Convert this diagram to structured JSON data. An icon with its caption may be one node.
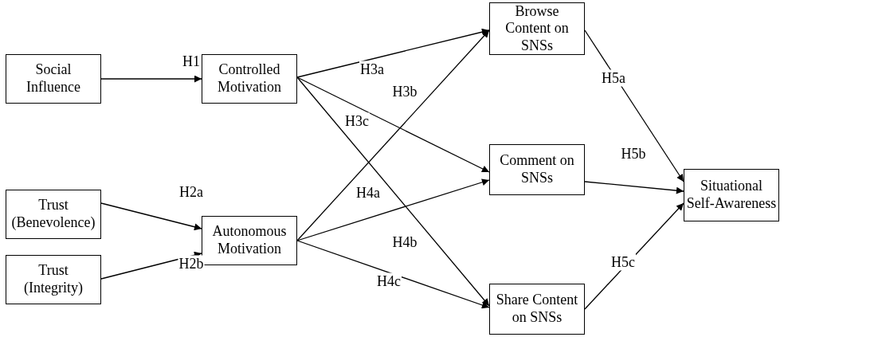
{
  "diagram": {
    "nodes": [
      {
        "text": [
          "Social Influence"
        ]
      },
      {
        "text": [
          "Controlled Motivation"
        ]
      },
      {
        "text": [
          "Trust (Benevolence)"
        ]
      },
      {
        "text": [
          "Trust (Integrity)"
        ]
      },
      {
        "text": [
          "Autonomous Motivation"
        ]
      },
      {
        "text": [
          "Browse Content on SNSs"
        ]
      },
      {
        "text": [
          "Comment on SNSs"
        ]
      },
      {
        "text": [
          "Share Content on SNSs"
        ]
      },
      {
        "text": [
          "Situational Self-Awareness"
        ]
      }
    ],
    "edges": [
      {
        "from": 0,
        "to": 1,
        "arrow": "to",
        "label": "H1"
      },
      {
        "from": 2,
        "to": 4,
        "arrow": "to",
        "label": "H2a"
      },
      {
        "from": 3,
        "to": 4,
        "arrow": "to",
        "label": "H2b"
      },
      {
        "from": 1,
        "to": 5,
        "arrow": "to",
        "label": "H3a"
      },
      {
        "from": 1,
        "to": 6,
        "arrow": "to",
        "label": "H3b"
      },
      {
        "from": 1,
        "to": 7,
        "arrow": "to",
        "label": "H3c"
      },
      {
        "from": 4,
        "to": 5,
        "arrow": "to",
        "label": "H4a"
      },
      {
        "from": 4,
        "to": 6,
        "arrow": "to",
        "label": "H4b"
      },
      {
        "from": 4,
        "to": 7,
        "arrow": "to",
        "label": "H4c"
      },
      {
        "from": 5,
        "to": 8,
        "arrow": "to",
        "label": "H5a"
      },
      {
        "from": 6,
        "to": 8,
        "arrow": "to",
        "label": "H5b"
      },
      {
        "from": 7,
        "to": 8,
        "arrow": "to",
        "label": "H5c"
      }
    ]
  }
}
